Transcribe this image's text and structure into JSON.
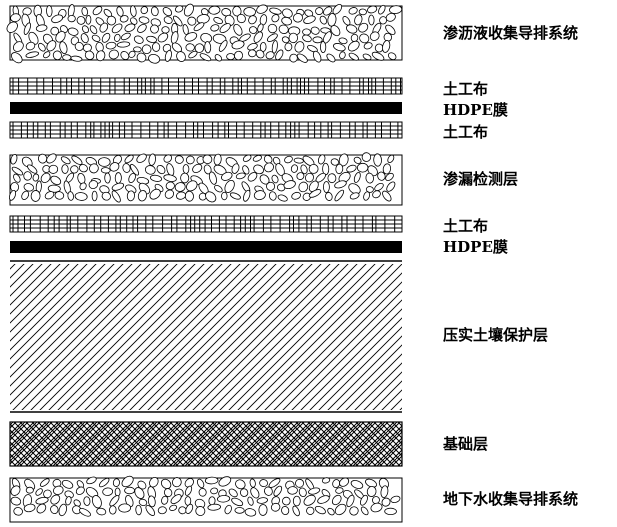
{
  "diagram": {
    "title": "",
    "layers": [
      {
        "id": "leachate",
        "type": "gravel",
        "label": "渗沥液收集导排系统"
      },
      {
        "id": "geotextile-1",
        "type": "geotextile",
        "label": "土工布"
      },
      {
        "id": "hdpe-1",
        "type": "membrane",
        "label": "HDPE膜"
      },
      {
        "id": "geotextile-2",
        "type": "geotextile",
        "label": "土工布"
      },
      {
        "id": "leak-detection",
        "type": "gravel",
        "label": "渗漏检测层"
      },
      {
        "id": "geotextile-3",
        "type": "geotextile",
        "label": "土工布"
      },
      {
        "id": "hdpe-2",
        "type": "membrane",
        "label": "HDPE膜"
      },
      {
        "id": "compacted-soil",
        "type": "hatch",
        "label": "压实土壤保护层"
      },
      {
        "id": "foundation",
        "type": "crosshatch",
        "label": "基础层"
      },
      {
        "id": "groundwater",
        "type": "gravel",
        "label": "地下水收集导排系统"
      }
    ],
    "colors": {
      "ink": "#000000",
      "paper": "#ffffff"
    }
  }
}
